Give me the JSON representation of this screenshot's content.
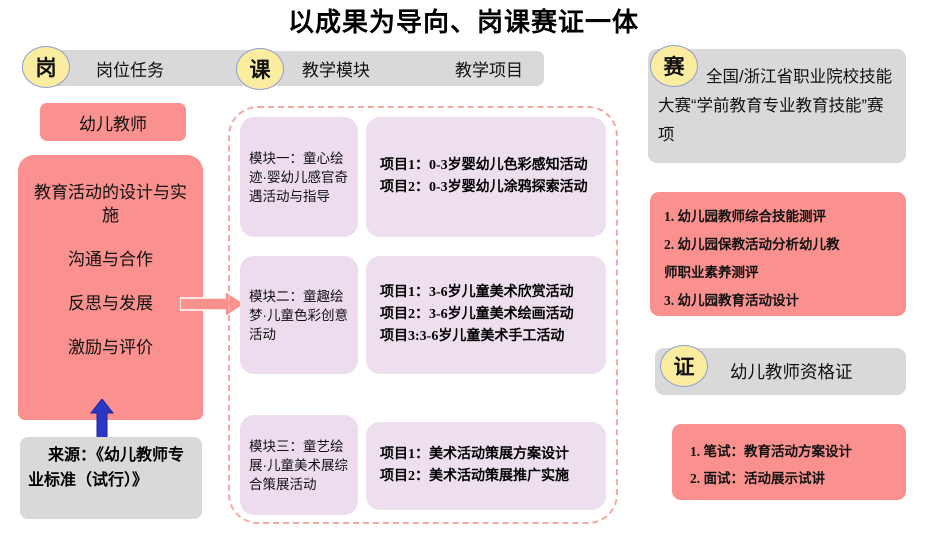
{
  "title": "以成果为导向、岗课赛证一体",
  "columns": {
    "gang": {
      "badge": "岗",
      "header": "岗位任务",
      "role": "幼儿教师",
      "tasks": [
        "教育活动的设计与实施",
        "沟通与合作",
        "反思与发展",
        "激励与评价"
      ],
      "source": "来源：《幼儿教师专业标准（试行）》"
    },
    "ke": {
      "badge": "课",
      "header": "教学模块",
      "modules": [
        "模块一：童心绘迹·婴幼儿感官奇遇活动与指导",
        "模块二：童趣绘梦·儿童色彩创意活动",
        "模块三：童艺绘展·儿童美术展综合策展活动"
      ]
    },
    "xiangmu": {
      "header": "教学项目",
      "groups": [
        [
          "项目1：0-3岁婴幼儿色彩感知活动",
          "项目2：0-3岁婴幼儿涂鸦探索活动"
        ],
        [
          "项目1：3-6岁儿童美术欣赏活动",
          "项目2：3-6岁儿童美术绘画活动",
          "项目3:3-6岁儿童美术手工活动"
        ],
        [
          "项目1：美术活动策展方案设计",
          "项目2：美术活动策展推广实施"
        ]
      ]
    },
    "sai": {
      "badge": "赛",
      "header": "全国/浙江省职业院校技能大赛“学前教育专业教育技能”赛项",
      "items": [
        "1. 幼儿园教师综合技能测评",
        "2. 幼儿园保教活动分析幼儿教",
        "师职业素养测评",
        "3. 幼儿园教育活动设计"
      ]
    },
    "zheng": {
      "badge": "证",
      "header": "幼儿教师资格证",
      "items": [
        "1. 笔试：教育活动方案设计",
        "2. 面试：活动展示试讲"
      ]
    }
  },
  "colors": {
    "salmon": "#fa918e",
    "grey": "#d9d9d9",
    "badge_yellow": "#fbeda0",
    "badge_border": "#8e9ccf",
    "module_lavender": "#ecdced",
    "dashed_border": "#f7a9a5",
    "blue_arrow": "#2b38c4"
  }
}
